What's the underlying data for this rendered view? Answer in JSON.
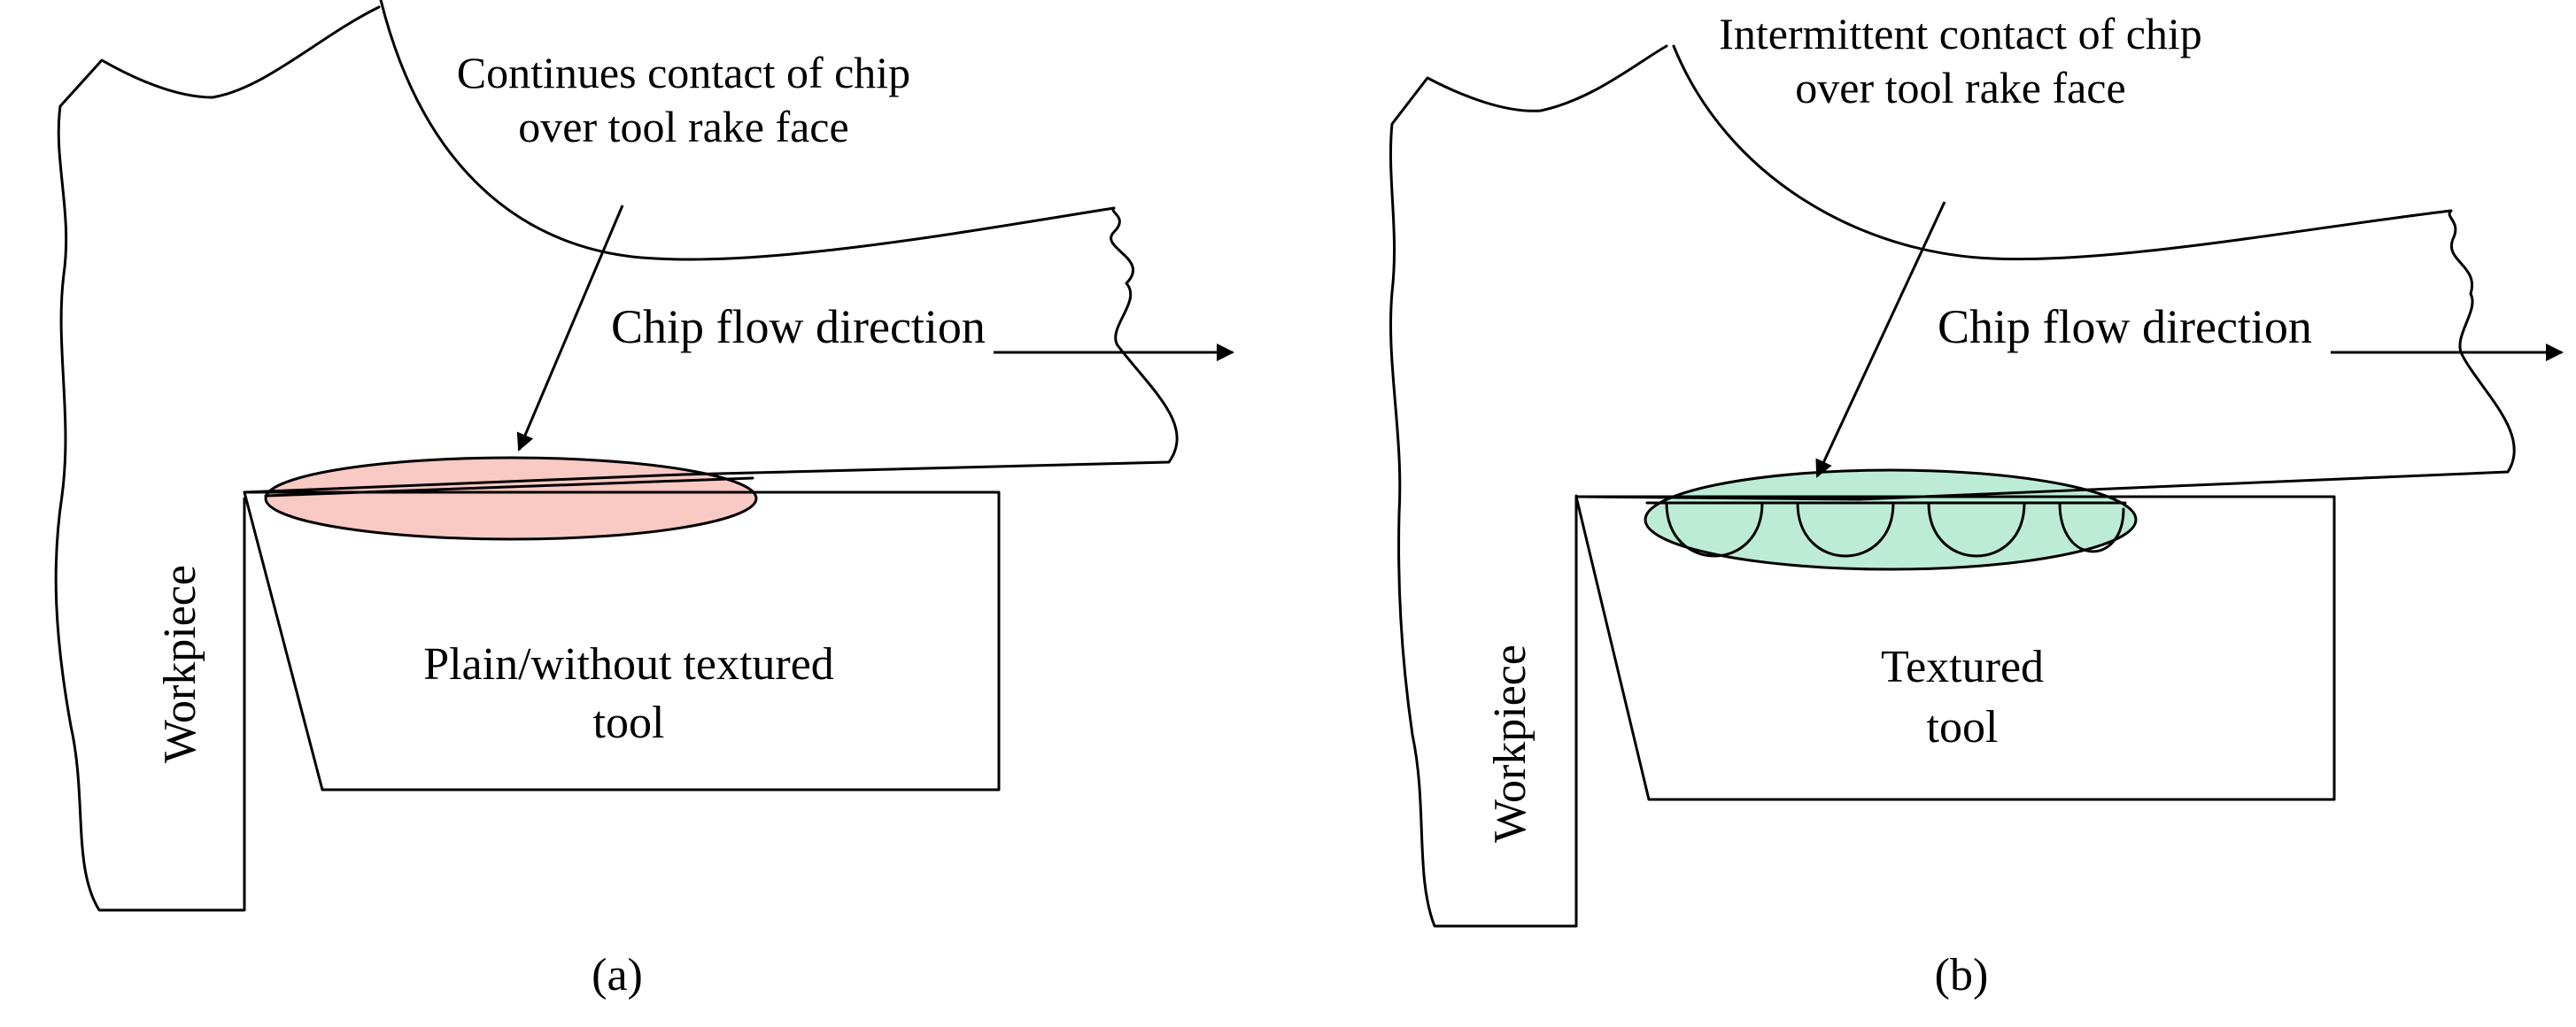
{
  "panels": [
    {
      "id": "a",
      "caption": "(a)",
      "contact_label_line1": "Continues contact of chip",
      "contact_label_line2": "over tool rake face",
      "chip_flow_label": "Chip flow direction",
      "workpiece_label": "Workpiece",
      "tool_label_line1": "Plain/without textured",
      "tool_label_line2": "tool",
      "contact_zone_color": "#f9c9c4",
      "textured": false
    },
    {
      "id": "b",
      "caption": "(b)",
      "contact_label_line1": "Intermittent contact of chip",
      "contact_label_line2": "over tool rake face",
      "chip_flow_label": "Chip flow direction",
      "workpiece_label": "Workpiece",
      "tool_label_line1": "Textured",
      "tool_label_line2": "tool",
      "contact_zone_color": "#bdecd6",
      "textured": true
    }
  ]
}
